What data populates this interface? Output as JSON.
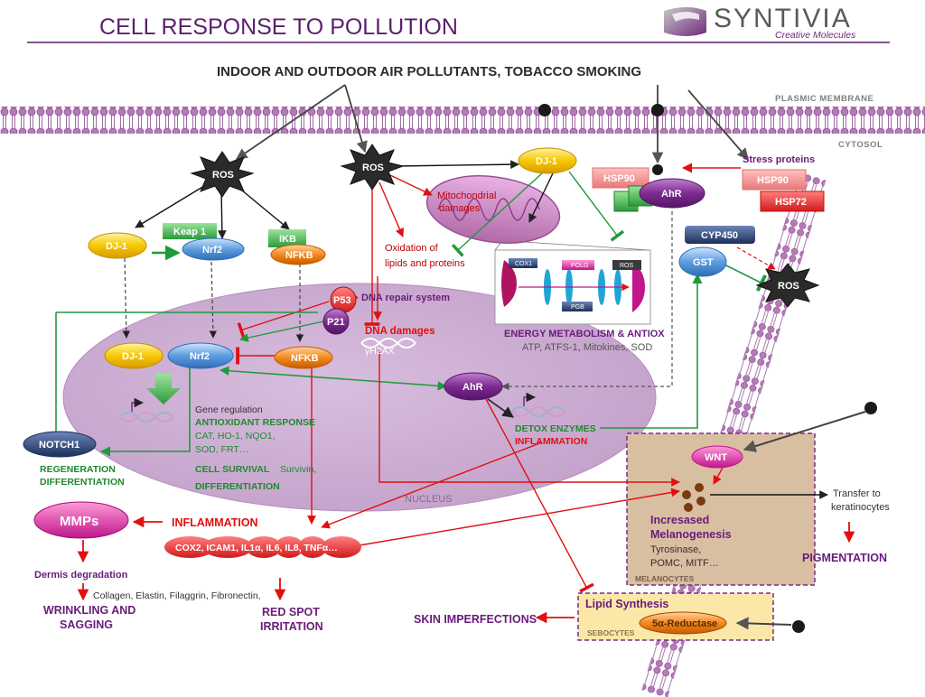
{
  "header": {
    "title": "CELL RESPONSE TO POLLUTION",
    "logo_text": "SYNTIVIA",
    "logo_tagline": "Creative Molecules"
  },
  "source": "INDOOR AND OUTDOOR AIR POLLUTANTS, TOBACCO SMOKING",
  "membrane": {
    "label": "PLASMIC MEMBRANE",
    "cytosol": "CYTOSOL"
  },
  "nodes": {
    "ros_left": "ROS",
    "ros_center": "ROS",
    "ros_right": "ROS",
    "dj1_top": "DJ-1",
    "dj1_left": "DJ-1",
    "dj1_nucleus": "DJ-1",
    "keap1": "Keap 1",
    "nrf2_cyto": "Nrf2",
    "nrf2_nucleus": "Nrf2",
    "ikb": "IKB",
    "nfkb_cyto": "NFKB",
    "nfkb_nucleus": "NFKB",
    "p53": "P53",
    "p21": "P21",
    "hsp90_left": "HSP90",
    "hsp90_right": "HSP90",
    "hsp72": "HSP72",
    "ahr_cyto": "AhR",
    "ahr_nucleus": "AhR",
    "cyp450": "CYP450",
    "gst": "GST",
    "notch1": "NOTCH1",
    "mmps": "MMPs",
    "wnt": "WNT",
    "reductase": "5α-Reductase"
  },
  "labels": {
    "stress_proteins": "Stress proteins",
    "mito_damages": [
      "Mitochondrial",
      "damages"
    ],
    "oxidation": [
      "Oxidation of",
      "lipids and proteins"
    ],
    "dna_repair": "DNA repair system",
    "dna_damages": "DNA damages",
    "gamma_h2ax": "γH2AX",
    "energy_title": "ENERGY METABOLISM & ANTIOX",
    "energy_sub": "ATP, ATFS-1, Mitokines, SOD",
    "mito_inset": {
      "cox1": "COX1",
      "polg": "POLG",
      "ros": "ROS",
      "pgb": "PGB"
    },
    "gene_regulation": "Gene regulation",
    "antiox_response": "ANTIOXIDANT RESPONSE",
    "antiox_genes": [
      "CAT, HO-1, NQO1,",
      "SOD, FRT…"
    ],
    "cell_survival": "CELL SURVIVAL",
    "survivin": "Survivin,",
    "differentiation": "DIFFERENTIATION",
    "detox": "DETOX ENZYMES",
    "inflammation_nucleus": "INFLAMMATION",
    "nucleus": "NUCLEUS",
    "regeneration": [
      "REGENERATION",
      "DIFFERENTIATION"
    ],
    "inflammation": "INFLAMMATION",
    "cytokines": "COX2, ICAM1, IL1α, IL6, IL8, TNFα…",
    "dermis": "Dermis degradation",
    "dermis_items": "Collagen, Elastin, Filaggrin, Fibronectin,",
    "wrinkling": [
      "WRINKLING AND",
      "SAGGING"
    ],
    "red_spot": [
      "RED SPOT",
      "IRRITATION"
    ],
    "melanogenesis": [
      "Incresased",
      "Melanogenesis"
    ],
    "melano_items": [
      "Tyrosinase,",
      "POMC, MITF…"
    ],
    "melanocytes": "MELANOCYTES",
    "transfer": [
      "Transfer to",
      "keratinocytes"
    ],
    "pigmentation": "PIGMENTATION",
    "lipid_synthesis": "Lipid Synthesis",
    "sebocytes": "SEBOCYTES",
    "skin_imperfections": "SKIN IMPERFECTIONS"
  },
  "colors": {
    "title": "#5b1f6e",
    "activation_red": "#e01010",
    "activation_green": "#1f9a3a",
    "nucleus": "#c9a6cf",
    "membrane": "#a56aa9",
    "yellow_node": "#f3c300",
    "blue_node": "#4a8fd6",
    "orange_node": "#f07e16",
    "purple_node": "#7a2a8c"
  }
}
